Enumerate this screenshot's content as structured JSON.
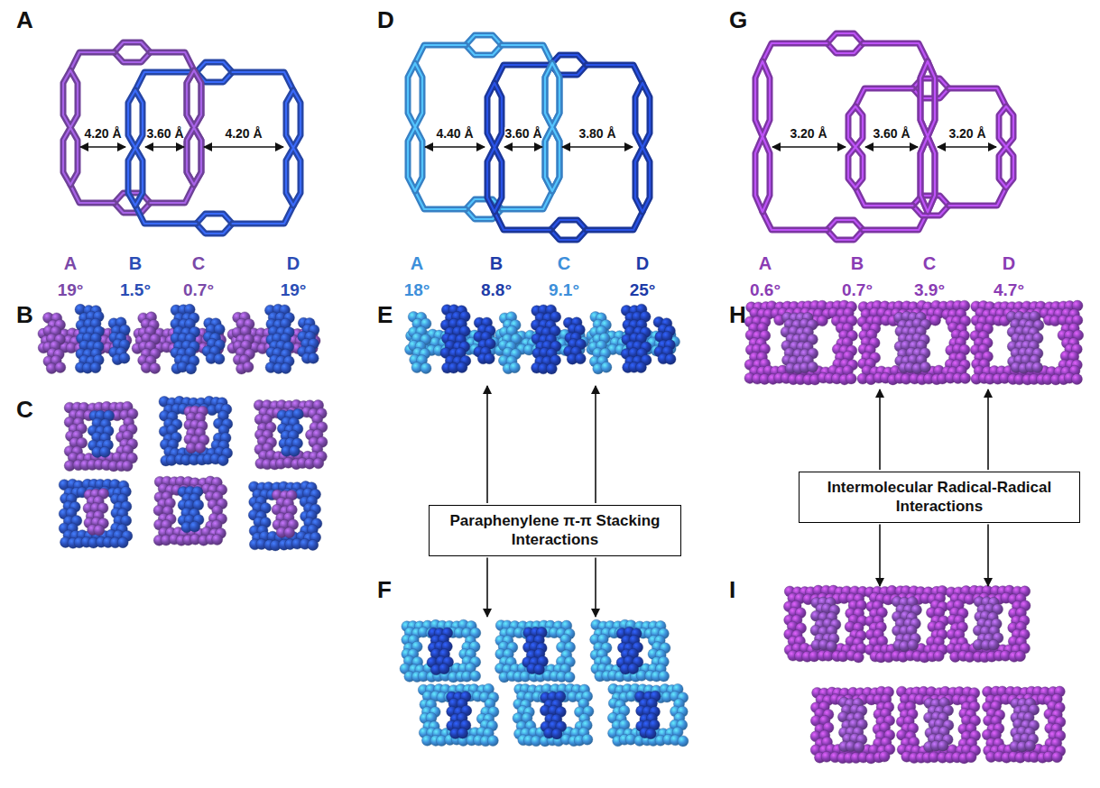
{
  "diagram": {
    "nodes": [
      {
        "text": [
          "Paraphenylene π-π Stacking Interactions"
        ]
      },
      {
        "text": [
          "Intermolecular Radical-Radical Interactions"
        ]
      }
    ],
    "labels": [
      "A",
      "4.20 Å",
      "3.60 Å",
      "4.20 Å",
      "A",
      "B",
      "C",
      "D",
      "19°",
      "1.5°",
      "0.7°",
      "19°",
      "B",
      "C",
      "D",
      "4.40 Å",
      "3.60 Å",
      "3.80 Å",
      "A",
      "B",
      "C",
      "D",
      "18°",
      "8.8°",
      "9.1°",
      "25°",
      "E",
      "F",
      "G",
      "3.20 Å",
      "3.60 Å",
      "3.20 Å",
      "A",
      "B",
      "C",
      "D",
      "0.6°",
      "0.7°",
      "3.9°",
      "4.7°",
      "H",
      "I"
    ]
  }
}
